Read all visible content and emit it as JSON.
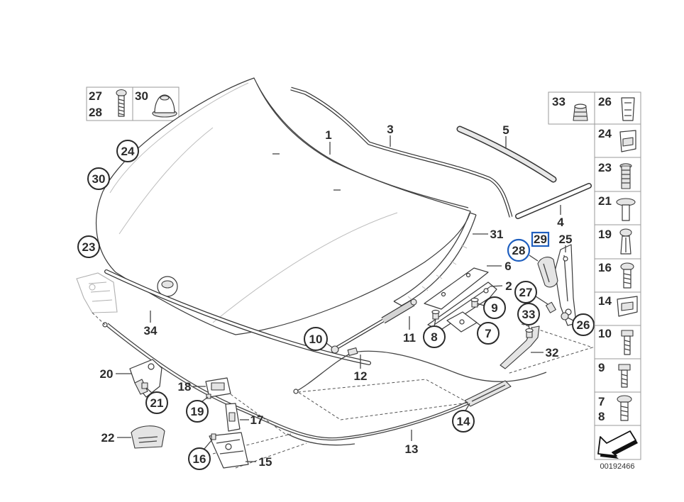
{
  "diagram_id": "00192466",
  "colors": {
    "highlight": "#1f5fbf",
    "ink": "#2b2b2b"
  },
  "parts_box_topleft": {
    "screw_labels": [
      "27",
      "28"
    ],
    "buffer_label": "30"
  },
  "parts_box_right": {
    "top_row": [
      "33",
      "26"
    ],
    "rows": [
      "24",
      "23",
      "21",
      "19",
      "16",
      "14",
      "10",
      "9"
    ],
    "last_row": [
      "7",
      "8"
    ]
  },
  "callouts_plain": [
    "1",
    "2",
    "3",
    "4",
    "5",
    "6",
    "11",
    "12",
    "13",
    "15",
    "17",
    "18",
    "20",
    "22",
    "25",
    "31",
    "32",
    "34"
  ],
  "callouts_circled": [
    "7",
    "8",
    "9",
    "10",
    "14",
    "16",
    "19",
    "21",
    "23",
    "24",
    "26",
    "27",
    "30",
    "33"
  ],
  "highlighted": {
    "circled": "28",
    "boxed": "29"
  }
}
